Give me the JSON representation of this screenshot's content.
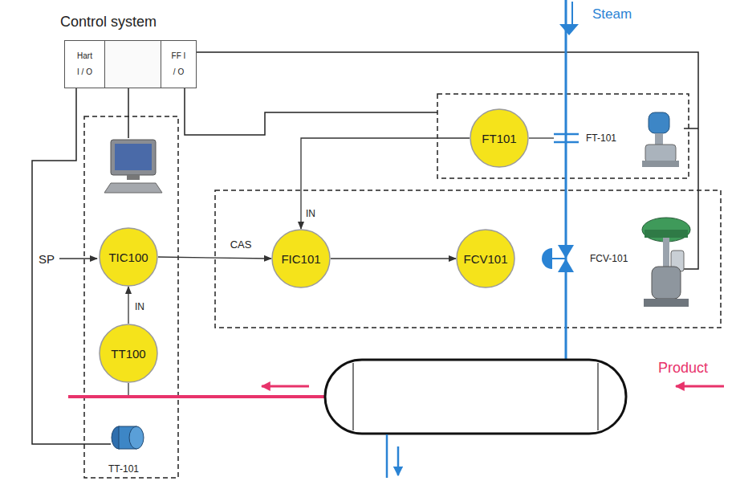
{
  "diagram": {
    "nodes": [
      {
        "text": [
          "Control system"
        ]
      },
      {
        "text": [
          "Hart I / O"
        ],
        "in": 0
      },
      {
        "text": [
          "FF I / O"
        ],
        "in": 0
      },
      {
        "text": [
          "TIC100"
        ]
      },
      {
        "text": [
          "TT100"
        ]
      },
      {
        "text": [
          "FIC101"
        ]
      },
      {
        "text": [
          "FCV101"
        ]
      },
      {
        "text": [
          "FT101"
        ]
      }
    ],
    "edges": [
      {
        "from": 4,
        "to": 3,
        "label": "IN",
        "arrow": "to"
      },
      {
        "from": 3,
        "to": 5,
        "label": "CAS",
        "arrow": "to"
      },
      {
        "from": 5,
        "to": 6,
        "arrow": "to"
      },
      {
        "from": 7,
        "to": 5,
        "label": "IN",
        "arrow": "to"
      }
    ],
    "labels": [
      "SP",
      "Steam",
      "Product",
      "FT-101",
      "FCV-101",
      "TT-101"
    ]
  }
}
